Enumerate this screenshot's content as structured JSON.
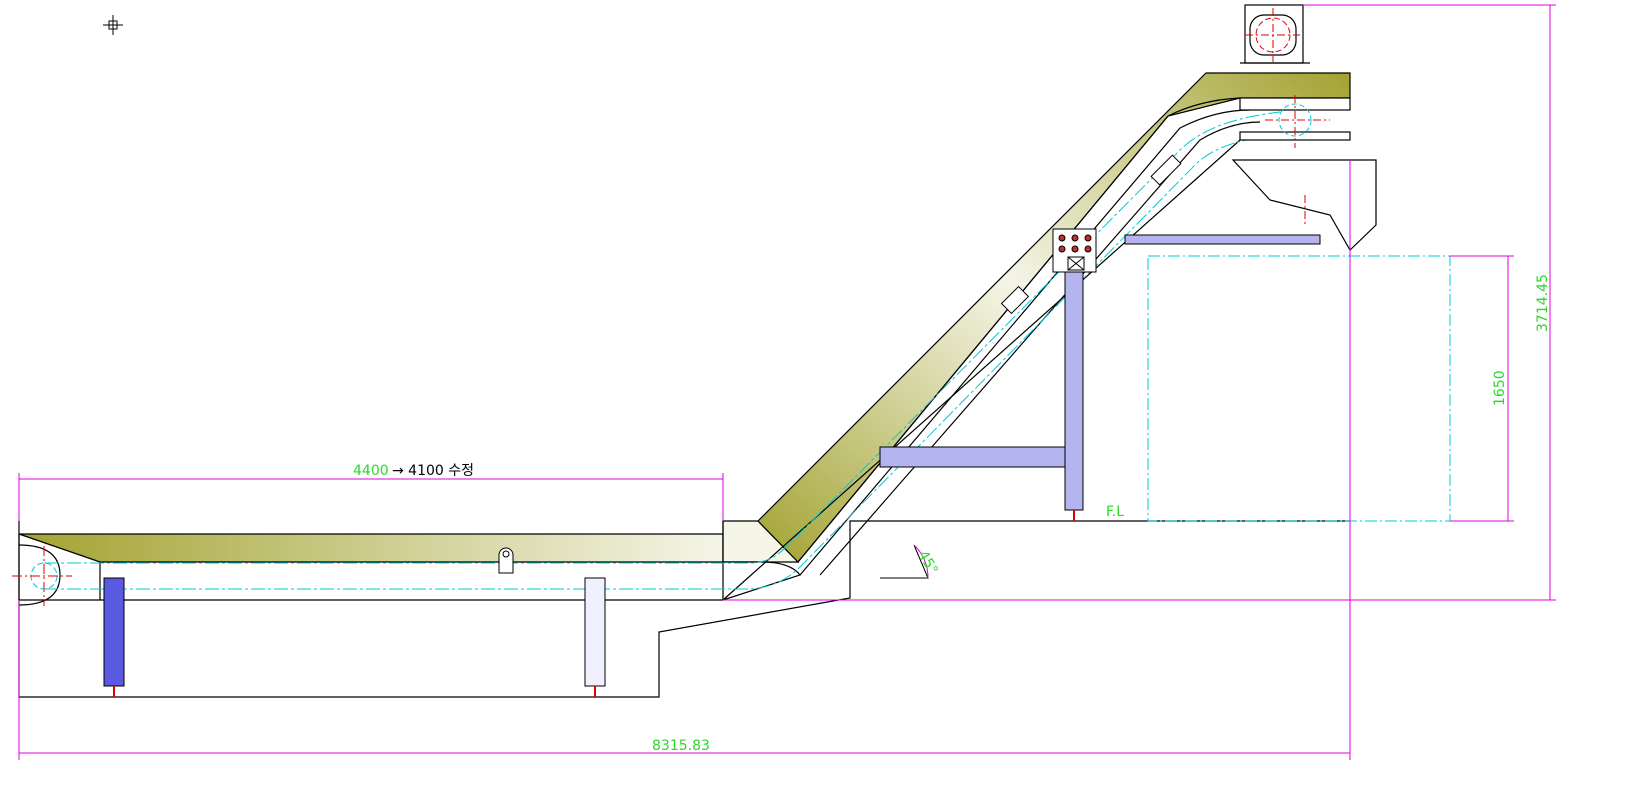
{
  "colors": {
    "outline": "#000000",
    "dimension": "#e000e0",
    "dimension_text": "#2bd92b",
    "centerline": "#00c8d8",
    "axis_mark": "#e00000",
    "support": "#b4b4ee",
    "support_dark": "#5a5ae0",
    "hood_dark": "#a3a332",
    "hood_light": "#f5f5e8"
  },
  "dimensions": {
    "length_top": "4400",
    "length_top_note": "→ 4100 수정",
    "overall_length": "8315.83",
    "overall_height": "3714.45",
    "discharge_height": "1650",
    "angle": "45°",
    "floor_label": "F.L"
  },
  "icons": [
    "cursor-crosshair-icon"
  ]
}
